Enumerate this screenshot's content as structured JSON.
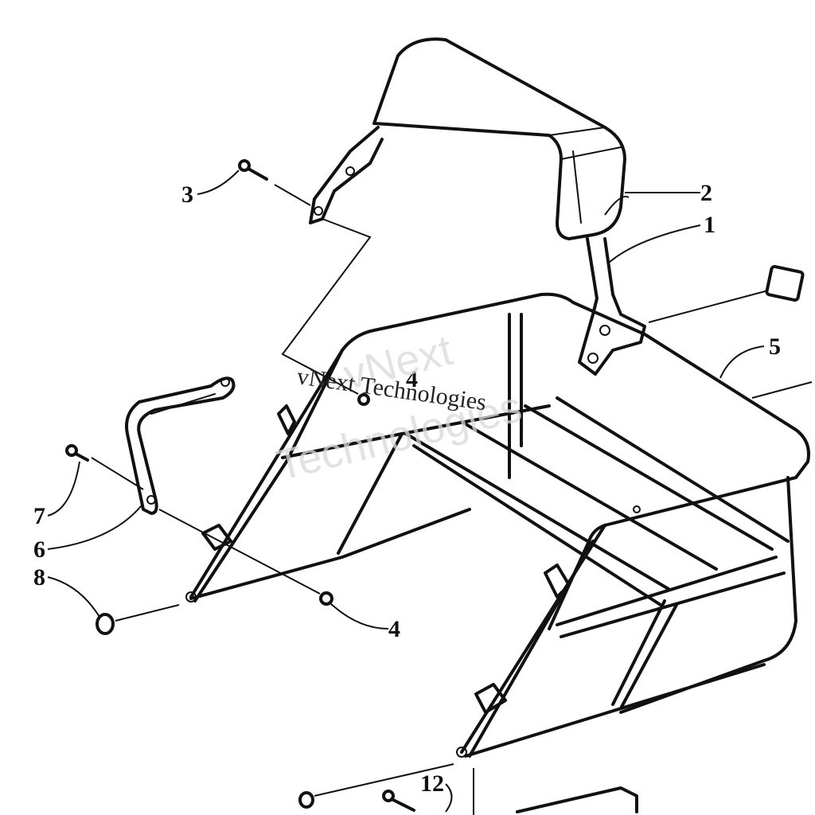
{
  "diagram": {
    "callouts": [
      {
        "id": "c1",
        "label": "1"
      },
      {
        "id": "c2",
        "label": "2"
      },
      {
        "id": "c3",
        "label": "3"
      },
      {
        "id": "c4a",
        "label": "4"
      },
      {
        "id": "c4b",
        "label": "4"
      },
      {
        "id": "c5",
        "label": "5"
      },
      {
        "id": "c6",
        "label": "6"
      },
      {
        "id": "c7",
        "label": "7"
      },
      {
        "id": "c8",
        "label": "8"
      },
      {
        "id": "c12",
        "label": "12"
      }
    ],
    "watermark": {
      "line1": "vNext",
      "line2": "Technologies",
      "overlay": "vNext Technologies"
    }
  }
}
